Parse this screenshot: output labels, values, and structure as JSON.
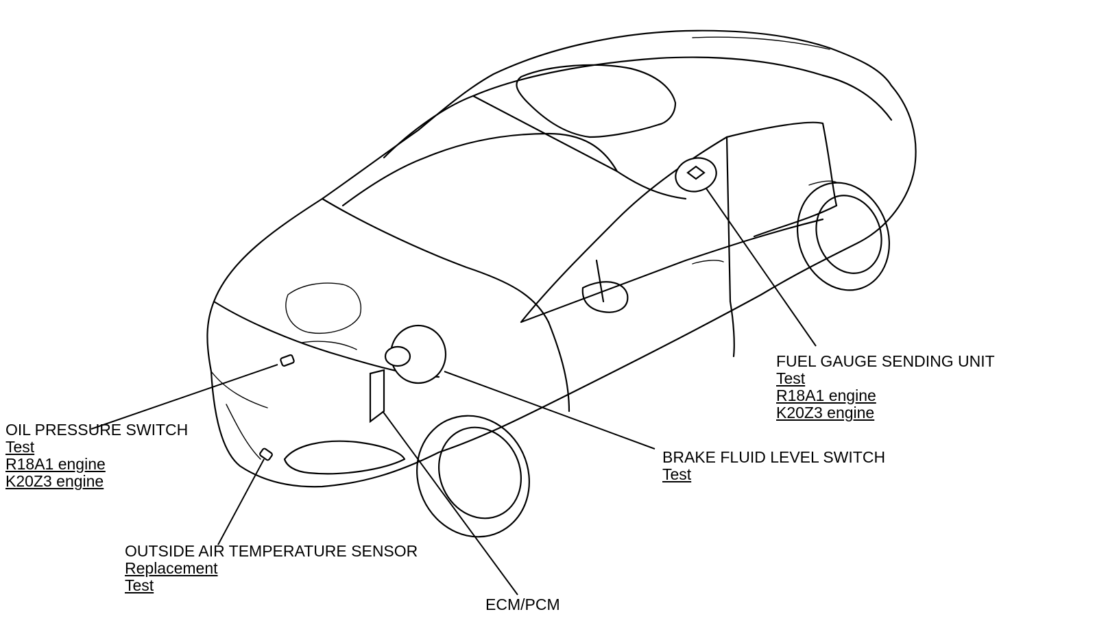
{
  "figure": "Honda Civic sedan component location diagram",
  "callouts": {
    "oil_pressure_switch": {
      "title": "OIL PRESSURE SWITCH",
      "links": [
        "Test",
        "R18A1 engine",
        "K20Z3 engine"
      ]
    },
    "outside_air_temperature_sensor": {
      "title": "OUTSIDE AIR TEMPERATURE SENSOR",
      "links": [
        "Replacement",
        "Test"
      ]
    },
    "ecm_pcm": {
      "title": "ECM/PCM"
    },
    "brake_fluid_level_switch": {
      "title": "BRAKE FLUID LEVEL SWITCH",
      "links": [
        "Test"
      ]
    },
    "fuel_gauge_sending_unit": {
      "title": "FUEL GAUGE SENDING UNIT",
      "links": [
        "Test",
        "R18A1 engine",
        "K20Z3 engine"
      ]
    }
  },
  "icons": [
    "oil-pressure-switch-icon",
    "outside-air-temp-sensor-icon",
    "ecm-pcm-icon",
    "brake-fluid-reservoir-icon",
    "fuel-gauge-sending-unit-icon"
  ]
}
